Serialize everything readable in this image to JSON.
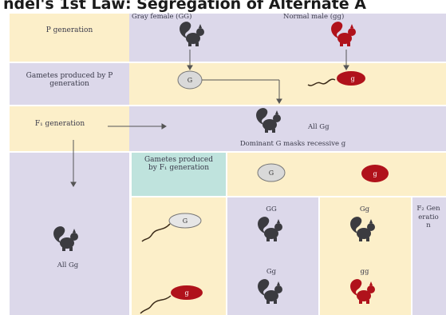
{
  "title": "ndel's 1st Law: Segregation of Alternate A",
  "header": {
    "gray_female": "Gray female (GG)",
    "normal_male": "Normal male (gg)"
  },
  "rows": {
    "p_generation": "P generation",
    "gametes_p": "Gametes produced by P generation",
    "f1_generation": "F₁ generation",
    "gametes_f1": "Gametes produced by F₁ generation"
  },
  "gametes": {
    "G": "G",
    "g": "g"
  },
  "f1": {
    "all_gg": "All Gg",
    "dominance": "Dominant G masks recessive g"
  },
  "left_offspring": "All Gg",
  "punnett": {
    "GG": "GG",
    "Gg_top": "Gg",
    "Gg_bottom": "Gg",
    "gg": "gg"
  },
  "f2_label": "F₂ Generation",
  "colors": {
    "yellow": "#fcefc9",
    "lavender": "#dcd8ea",
    "teal": "#bfe3dd",
    "gray_squirrel": "#3b3b40",
    "red_squirrel": "#b0121b",
    "red_gamete": "#b0121b",
    "gray_gamete": "#d9d9d9"
  }
}
